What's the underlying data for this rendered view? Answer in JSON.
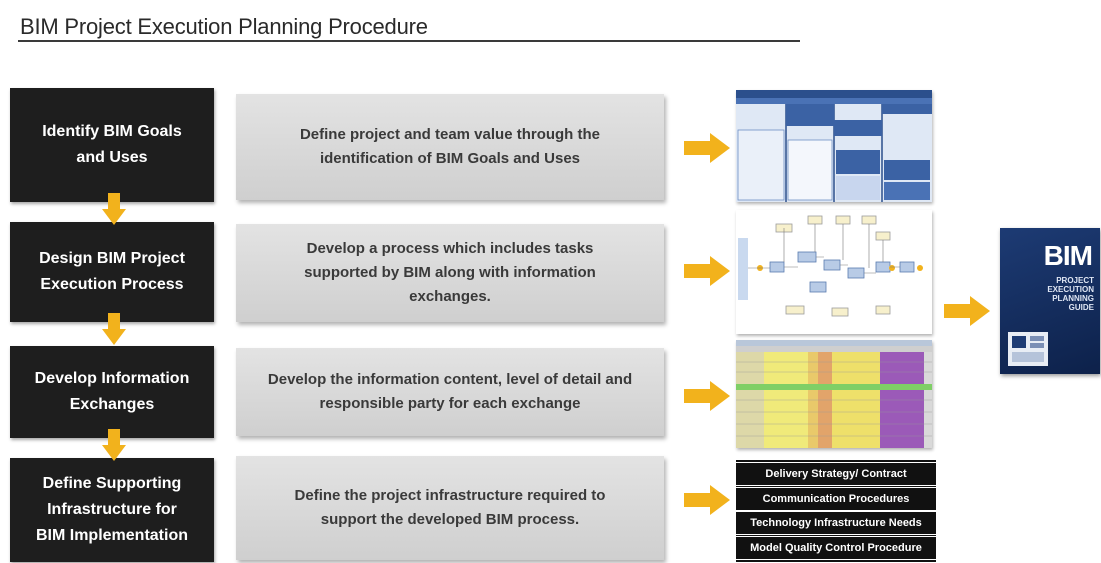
{
  "title": "BIM Project Execution Planning Procedure",
  "colors": {
    "arrow": "#f2b21c",
    "step_bg": "#1e1e1e",
    "desc_bg": "#d9d9d9",
    "cover_bg": "#163266"
  },
  "steps": [
    {
      "label": "Identify BIM Goals\nand Uses",
      "description": "Define project and team value through the\nidentification of BIM Goals and Uses"
    },
    {
      "label": "Design BIM Project\nExecution Process",
      "description": "Develop a process which includes tasks\nsupported by BIM along with information\nexchanges."
    },
    {
      "label": "Develop Information\nExchanges",
      "description": "Develop the information content, level of detail and\nresponsible party for each exchange"
    },
    {
      "label": "Define Supporting\nInfrastructure for\nBIM Implementation",
      "description": "Define the project infrastructure required to\nsupport the developed BIM process."
    }
  ],
  "infrastructure_items": [
    "Delivery Strategy/ Contract",
    "Communication Procedures",
    "Technology Infrastructure Needs",
    "Model Quality Control Procedure"
  ],
  "guide_cover": {
    "title": "BIM",
    "subtitle": "PROJECT\nEXECUTION\nPLANNING\nGUIDE"
  }
}
